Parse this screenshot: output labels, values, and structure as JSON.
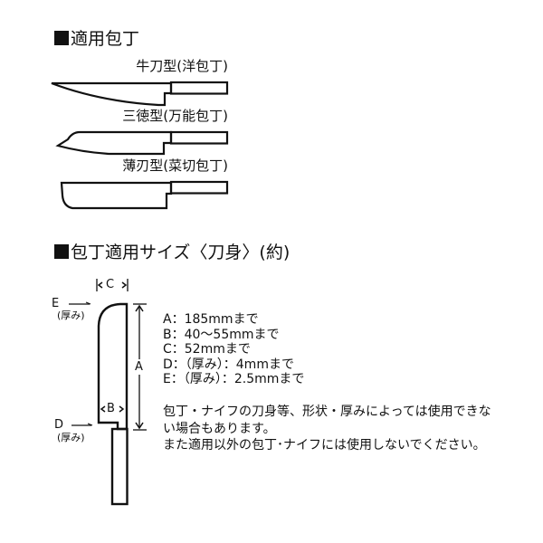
{
  "section1": {
    "heading": "適用包丁",
    "knives": [
      {
        "label": "牛刀型(洋包丁)",
        "icon": "gyuto-knife-icon"
      },
      {
        "label": "三徳型(万能包丁)",
        "icon": "santoku-knife-icon"
      },
      {
        "label": "薄刃型(菜切包丁)",
        "icon": "nakiri-knife-icon"
      }
    ]
  },
  "section2": {
    "heading": "包丁適用サイズ〈刀身〉(約)",
    "diagram": {
      "label_c": "C",
      "label_a": "A",
      "label_b": "B",
      "label_e": "E",
      "label_e_sub": "(厚み)",
      "label_d": "D",
      "label_d_sub": "(厚み)"
    },
    "specs": [
      "A：185mmまで",
      "B：40〜55mmまで",
      "C：52mmまで",
      "D：（厚み）：4mmまで",
      "E：（厚み）：2.5mmまで"
    ],
    "notes": [
      "包丁・ナイフの刀身等、形状・厚みによっては使用できない場合もあります。",
      "また適用以外の包丁･ナイフには使用しないでください。"
    ]
  }
}
